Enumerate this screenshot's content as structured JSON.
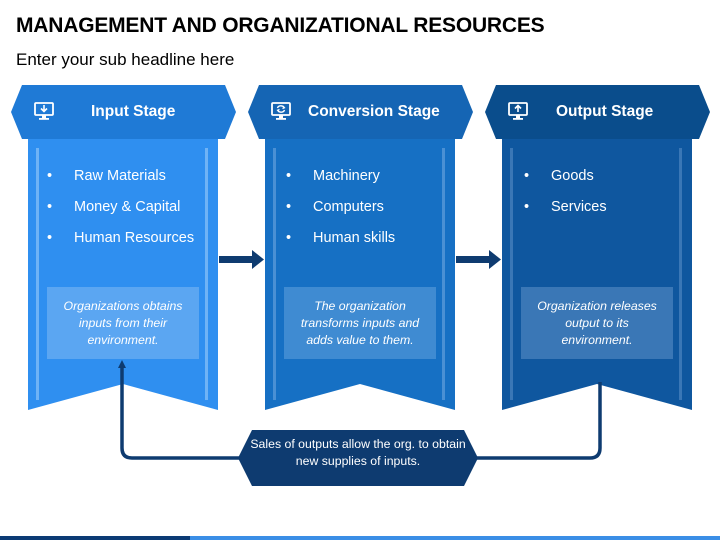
{
  "header": {
    "title": "MANAGEMENT AND ORGANIZATIONAL RESOURCES",
    "subtitle": "Enter your sub headline here"
  },
  "stages": [
    {
      "title": "Input Stage",
      "icon": "monitor-download-icon",
      "items": [
        "Raw Materials",
        "Money & Capital",
        "Human Resources"
      ],
      "note": "Organizations obtains inputs from their environment.",
      "colors": {
        "body": "#2f8ff0",
        "header": "#1f7ad6",
        "note_bg": "#5ba6f2"
      }
    },
    {
      "title": "Conversion Stage",
      "icon": "monitor-refresh-icon",
      "items": [
        "Machinery",
        "Computers",
        "Human skills"
      ],
      "note": "The organization transforms inputs and adds value to them.",
      "colors": {
        "body": "#1670c4",
        "header": "#1565b4",
        "note_bg": "#3f8bd2"
      }
    },
    {
      "title": "Output Stage",
      "icon": "monitor-upload-icon",
      "items": [
        "Goods",
        "Services"
      ],
      "note": "Organization releases output to its environment.",
      "colors": {
        "body": "#0f579f",
        "header": "#0a4d8c",
        "note_bg": "#3a77b6"
      }
    }
  ],
  "feedback": {
    "text": "Sales of outputs allow the org. to obtain new supplies of inputs.",
    "color": "#0e3b70"
  },
  "colors": {
    "arrow": "#0e3b70"
  }
}
